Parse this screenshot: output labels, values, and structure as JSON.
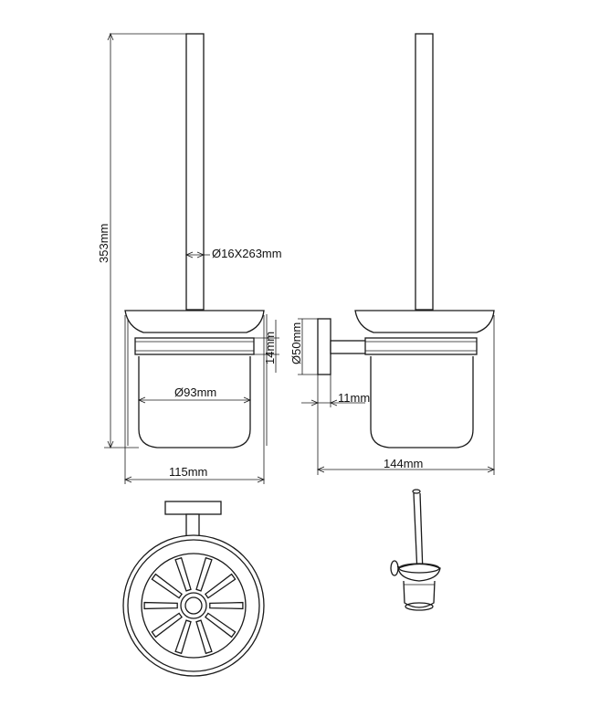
{
  "dimensions": {
    "total_height": "353mm",
    "rod": "Ø16X263mm",
    "ring_height": "14mm",
    "cup_diameter": "Ø93mm",
    "front_width": "115mm",
    "base_diameter": "Ø50mm",
    "wall_offset": "11mm",
    "side_depth": "144mm"
  },
  "colors": {
    "line": "#1a1a1a",
    "background": "#ffffff"
  }
}
